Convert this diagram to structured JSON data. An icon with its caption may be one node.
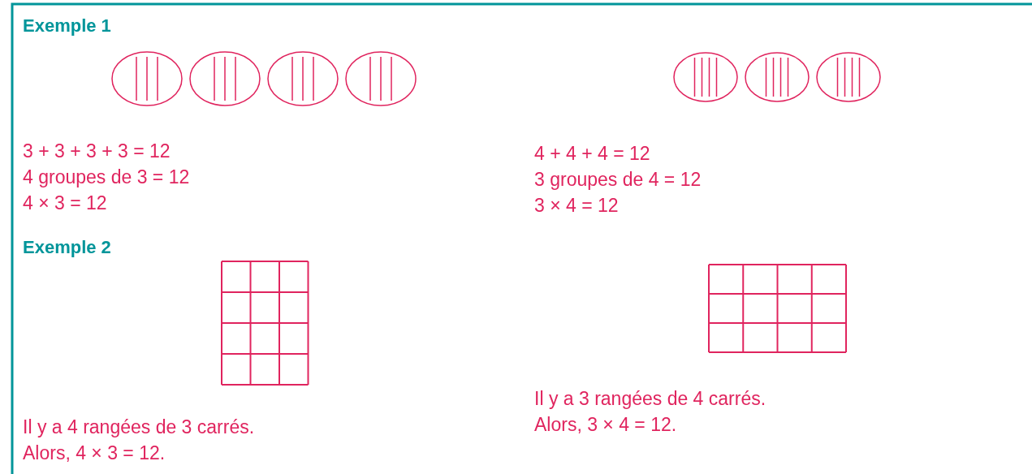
{
  "diagram": {
    "labels": [
      "Exemple 1",
      "3 + 3 + 3 + 3 = 12",
      "4 groupes de 3 = 12",
      "4 × 3 = 12",
      "4 + 4 + 4 = 12",
      "3 groupes de 4 = 12",
      "3 × 4 = 12",
      "Exemple 2",
      "Il y a 3 rangées de 4 carrés.",
      "Alors, 3 × 4 = 12.",
      "Il y a 4 rangées de 3 carrés.",
      "Alors, 4 × 3 = 12."
    ]
  }
}
